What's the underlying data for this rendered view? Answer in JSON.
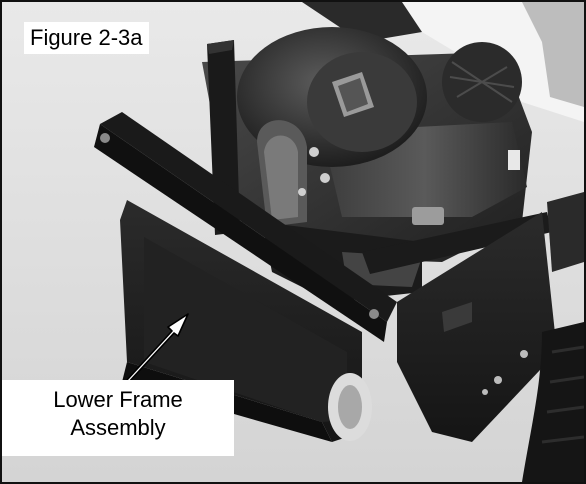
{
  "figure": {
    "label": "Figure 2-3a",
    "callout_line1": "Lower Frame",
    "callout_line2": "Assembly"
  },
  "colors": {
    "border": "#111111",
    "frame": "#1c1c1c",
    "engine": "#2e2e2e",
    "background": "#ffffff"
  }
}
